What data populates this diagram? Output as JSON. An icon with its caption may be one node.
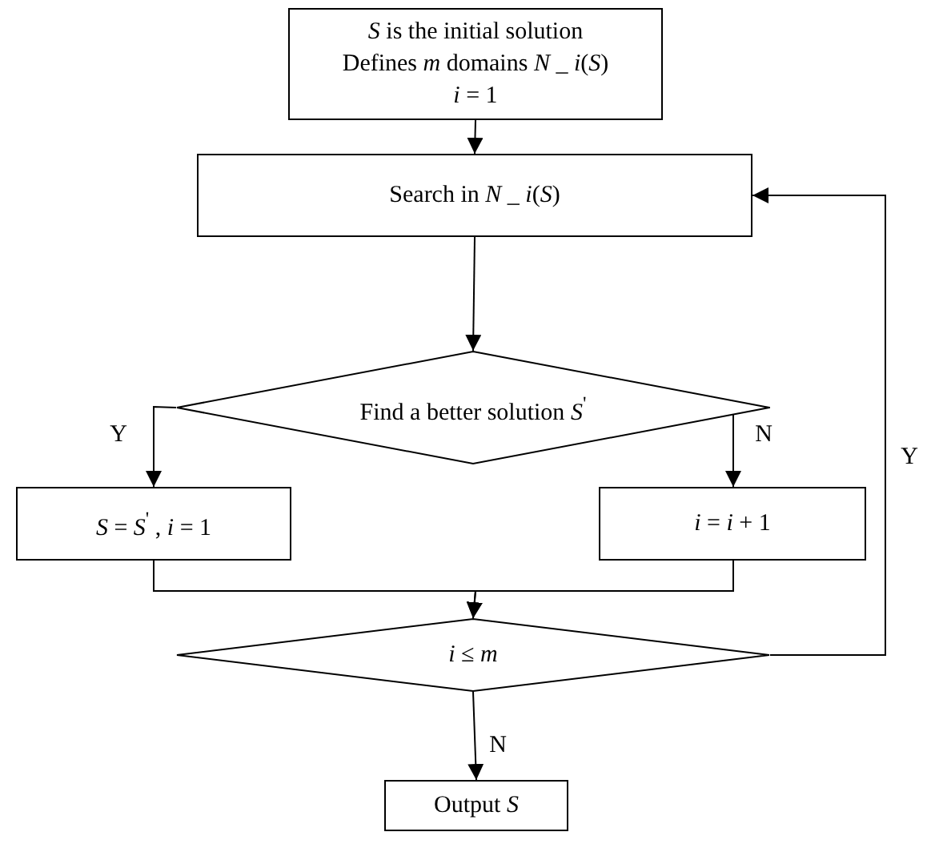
{
  "diagram": {
    "nodes": [
      {
        "text": [
          "*S* is the initial solution",
          "Defines *m* domains *N* _ *i*(*S*)",
          "*i* = 1"
        ]
      },
      {
        "text": [
          "Search in *N* _ *i*(*S*)"
        ]
      },
      {
        "text": [
          "Find a better solution *S*$^{'}$"
        ]
      },
      {
        "text": [
          "*S* = *S*$^{'}$ , *i* = 1"
        ]
      },
      {
        "text": [
          "*i* = *i* + 1"
        ]
      },
      {
        "text": [
          "*i* ≤ *m*"
        ]
      },
      {
        "text": [
          "Output *S*"
        ]
      }
    ],
    "edges": [
      {
        "from": 0,
        "to": 1,
        "arrow": "to"
      },
      {
        "from": 1,
        "to": 2,
        "arrow": "to"
      },
      {
        "from": 2,
        "to": 3,
        "arrow": "to",
        "label": "Y"
      },
      {
        "from": 2,
        "to": 4,
        "arrow": "to",
        "label": "N"
      },
      {
        "from": 3,
        "to": 5,
        "arrow": "to"
      },
      {
        "from": 4,
        "to": 5,
        "arrow": "to"
      },
      {
        "from": 5,
        "to": 1,
        "arrow": "to",
        "label": "Y"
      },
      {
        "from": 5,
        "to": 6,
        "arrow": "to",
        "label": "N"
      }
    ]
  }
}
